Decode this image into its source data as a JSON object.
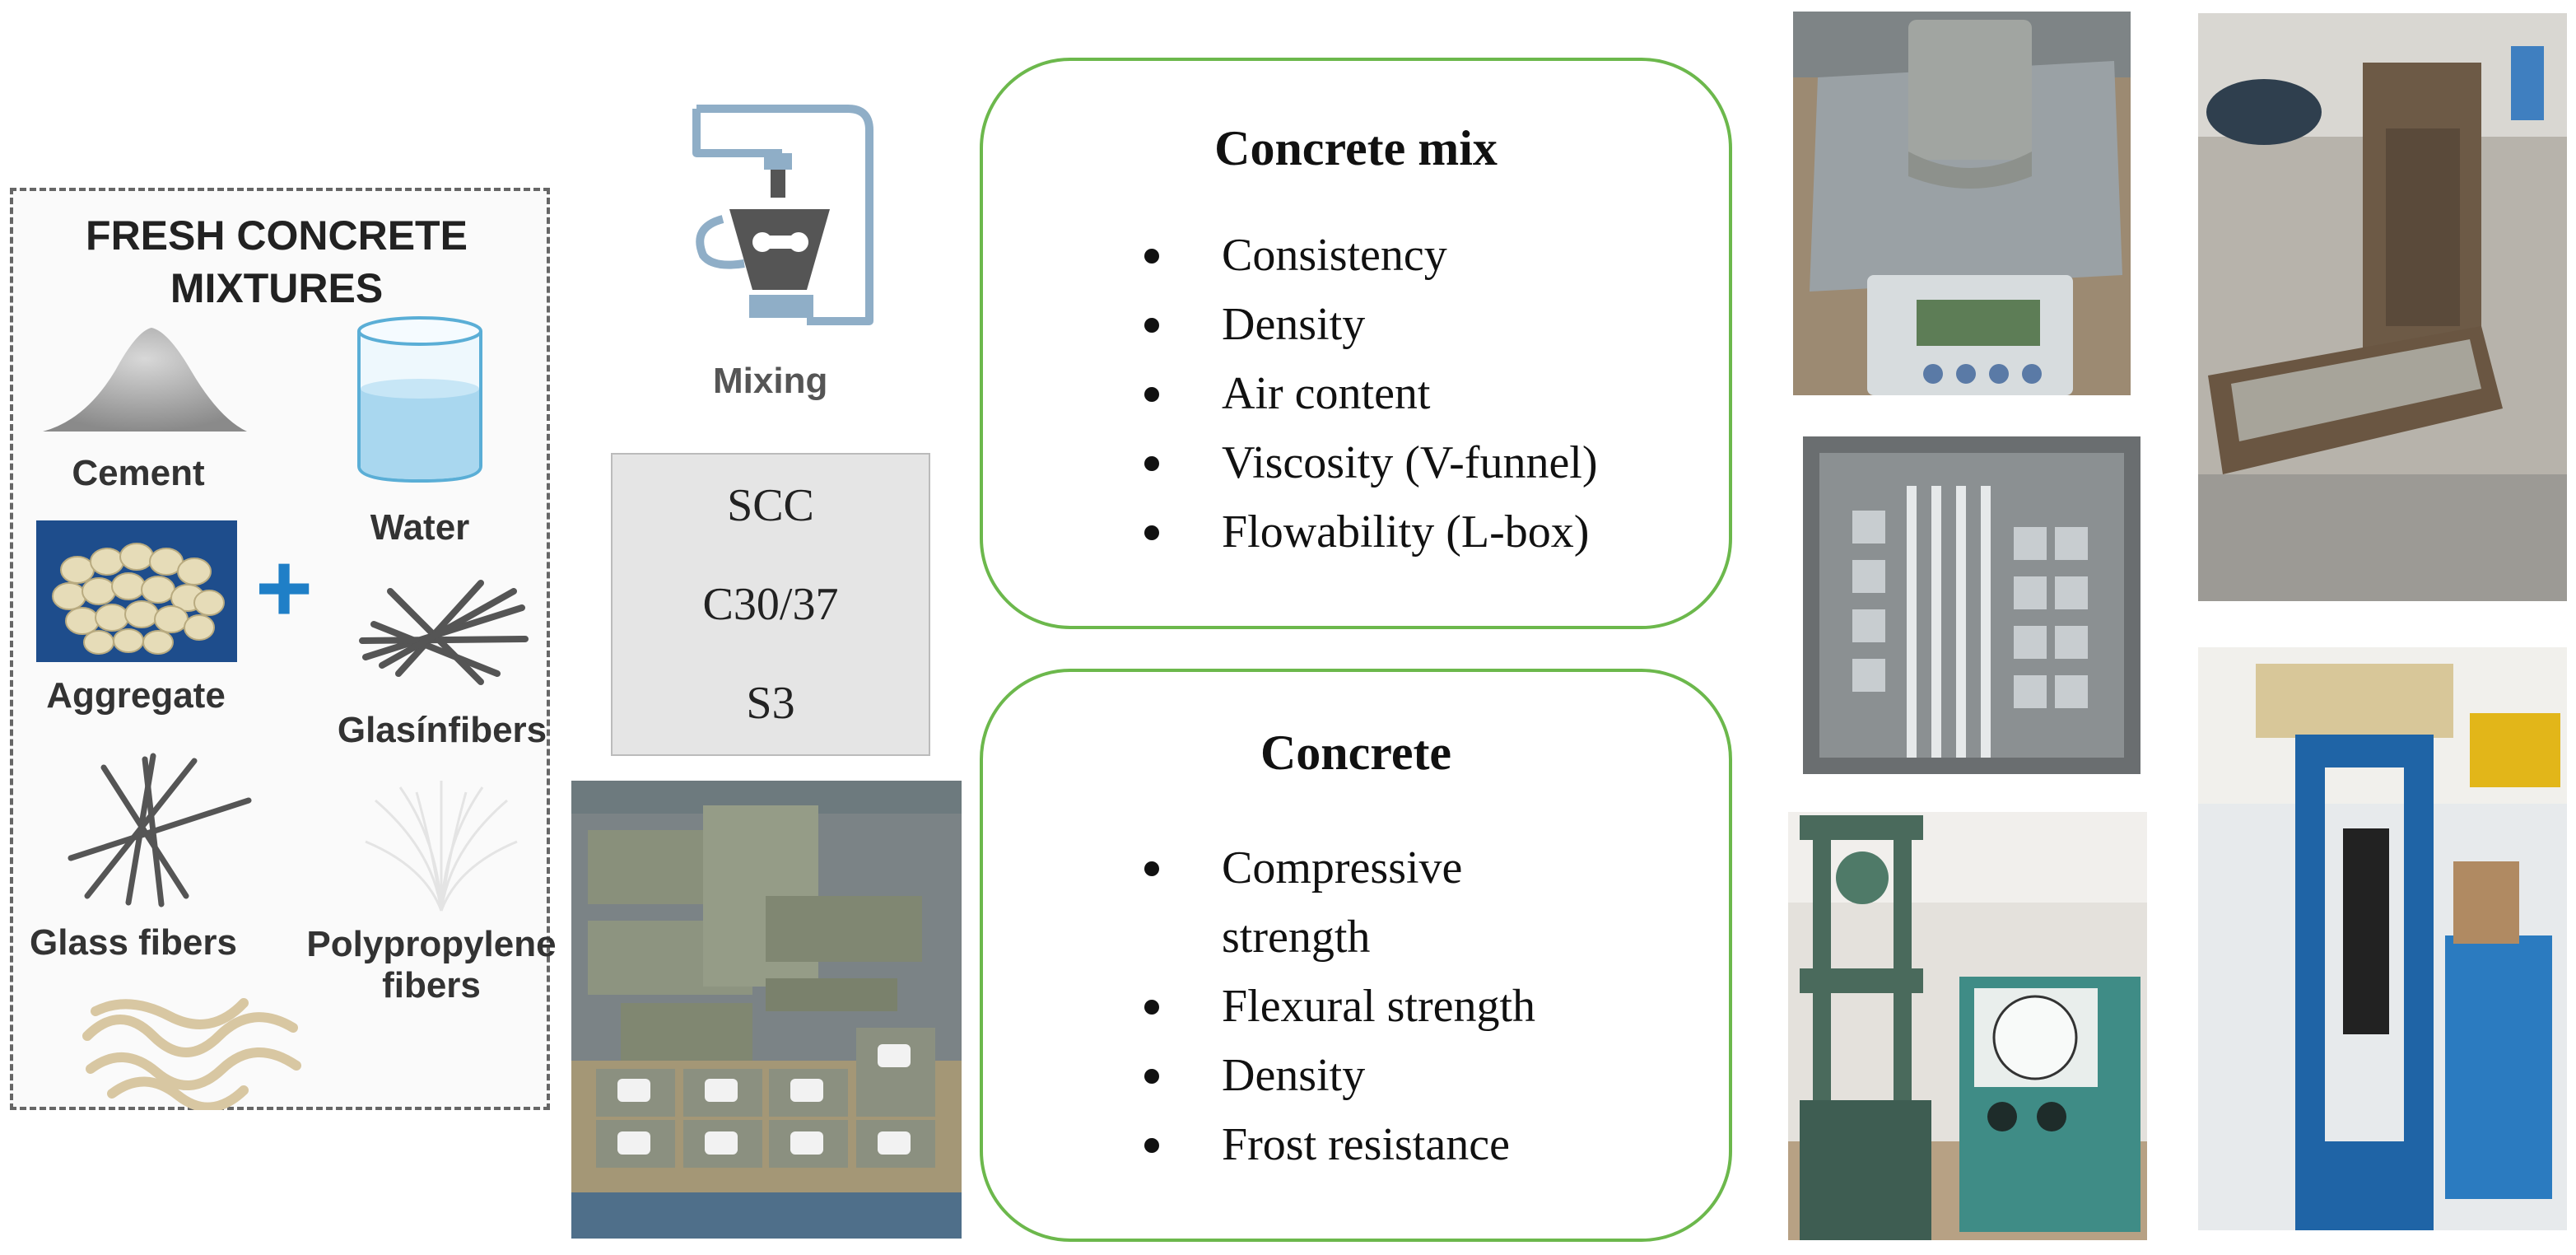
{
  "fresh_concrete": {
    "title_line1": "FRESH CONCRETE",
    "title_line2": "MIXTURES",
    "ingredients": {
      "cement": "Cement",
      "water": "Water",
      "aggregate": "Aggregate",
      "glass_fibers_right": "Glasínfibers",
      "glass_fibers_left": "Glass fibers",
      "polypropylene_line1": "Polypropylene",
      "polypropylene_line2": "fibers"
    },
    "plus_symbol": "+"
  },
  "mixing": {
    "label": "Mixing"
  },
  "mix_types": [
    "SCC",
    "C30/37",
    "S3"
  ],
  "tests": {
    "fresh": {
      "title": "Concrete mix",
      "items": [
        "Consistency",
        "Density",
        "Air content",
        "Viscosity (V-funnel)",
        "Flowability (L-box)"
      ]
    },
    "hardened": {
      "title": "Concrete",
      "items": [
        "Compressive",
        "strength",
        "Flexural strength",
        "Density",
        "Frost resistance"
      ]
    }
  },
  "colors": {
    "box_border": "#6cb84c",
    "plus": "#1f7fc7",
    "grey_box": "#e5e5e5"
  },
  "icons": [
    "cement-pile-icon",
    "water-beaker-icon",
    "aggregate-icon",
    "glass-fibers-icon",
    "polypropylene-fibers-icon",
    "mixer-icon"
  ],
  "photos": [
    "specimens-in-molds-photo",
    "density-scale-photo",
    "frost-chamber-photo",
    "l-box-photo",
    "flexural-testing-machine-photo",
    "compression-press-photo"
  ]
}
